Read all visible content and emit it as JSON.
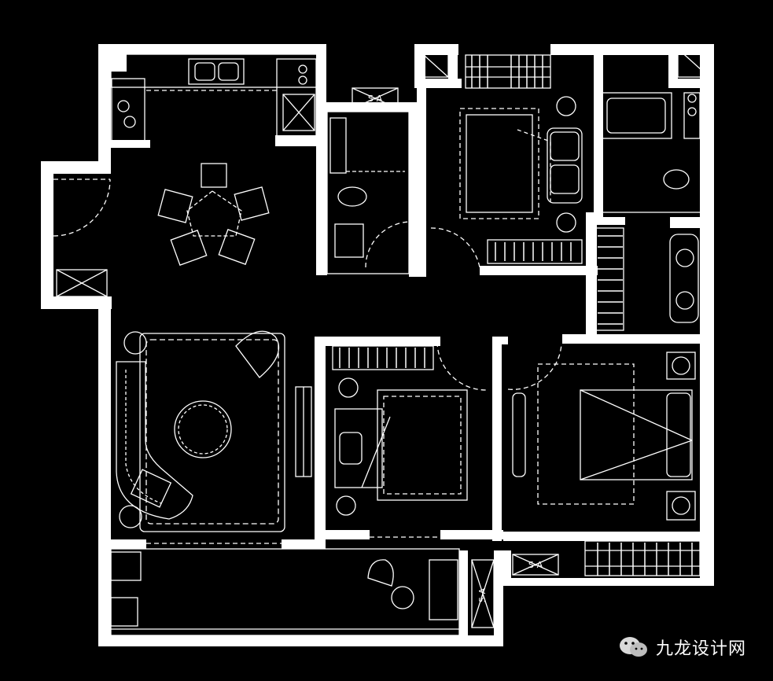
{
  "drawing": {
    "background_color": "#000000",
    "line_color": "#ffffff",
    "tags": [
      "S-A",
      "S-A",
      "S-A"
    ]
  },
  "watermark": {
    "text": "九龙设计网",
    "icon": "wechat-icon"
  }
}
